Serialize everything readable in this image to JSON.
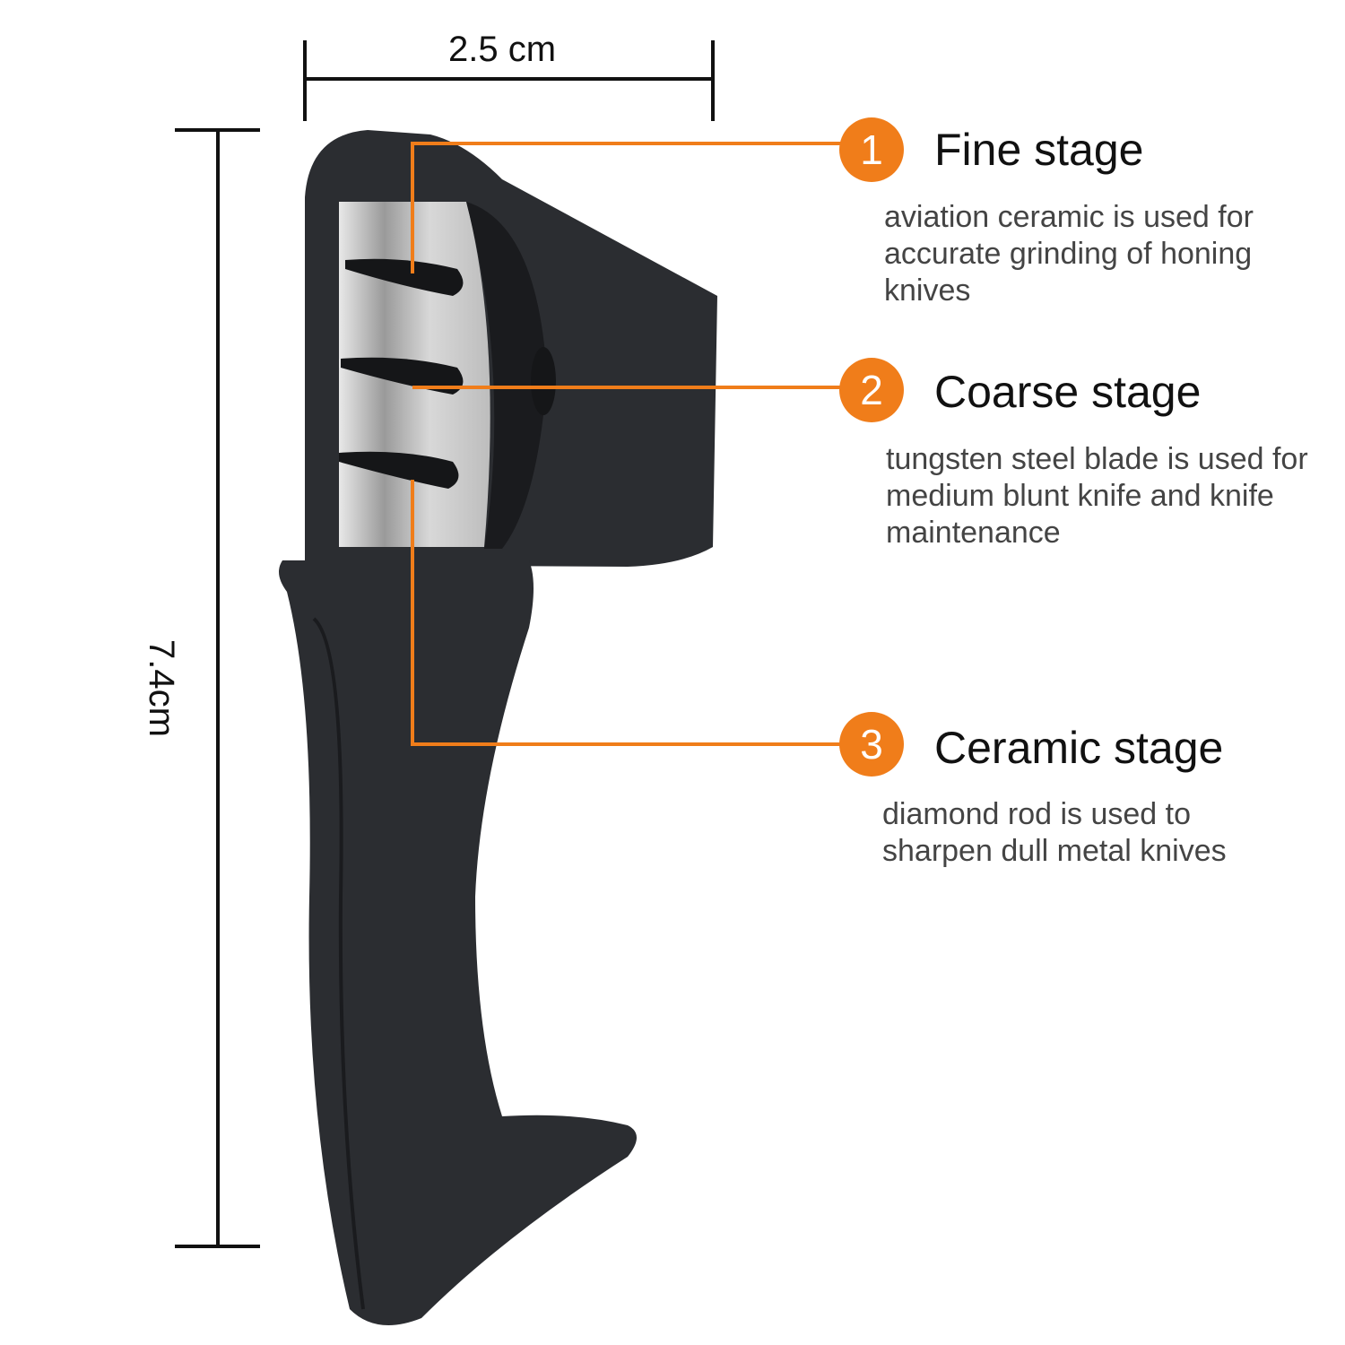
{
  "dimensions": {
    "width_label": "2.5 cm",
    "height_label": "7.4cm"
  },
  "accent_color": "#f07d1a",
  "stages": [
    {
      "number": "1",
      "title": "Fine stage",
      "description": "aviation ceramic is used for accurate grinding of honing knives"
    },
    {
      "number": "2",
      "title": "Coarse stage",
      "description": "tungsten steel blade is used for medium blunt knife and knife maintenance"
    },
    {
      "number": "3",
      "title": "Ceramic stage",
      "description": "diamond rod is used to sharpen dull metal knives"
    }
  ]
}
